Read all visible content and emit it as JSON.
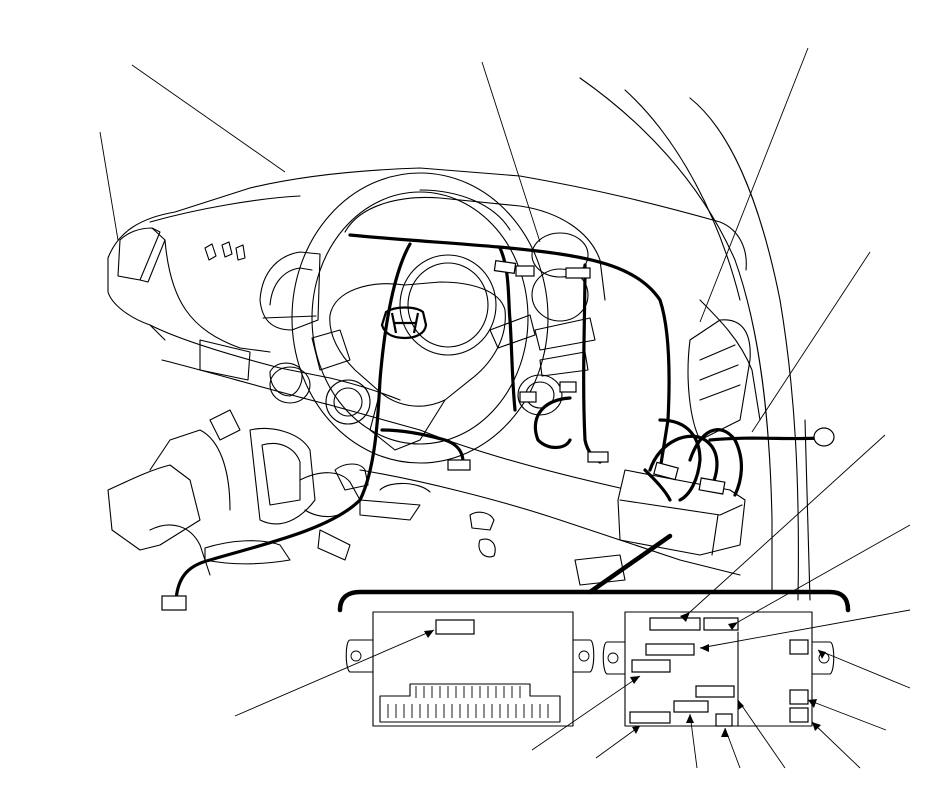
{
  "diagram": {
    "brand_logo": "honda-h-logo",
    "callouts": [
      "callout-dashboard-outline",
      "callout-left-vent",
      "callout-gauge-connector",
      "callout-right-a-pillar",
      "callout-grommet-harness",
      "callout-fuse-box-conn-1",
      "callout-fuse-box-conn-2",
      "callout-fuse-box-conn-3",
      "callout-fuse-box-conn-4",
      "callout-fuse-box-conn-5",
      "callout-fuse-box-conn-6",
      "callout-fuse-box-conn-7",
      "callout-fuse-box-conn-8",
      "callout-fuse-box-conn-9",
      "callout-fuse-box-conn-10",
      "callout-fuse-box-front-conn"
    ]
  }
}
